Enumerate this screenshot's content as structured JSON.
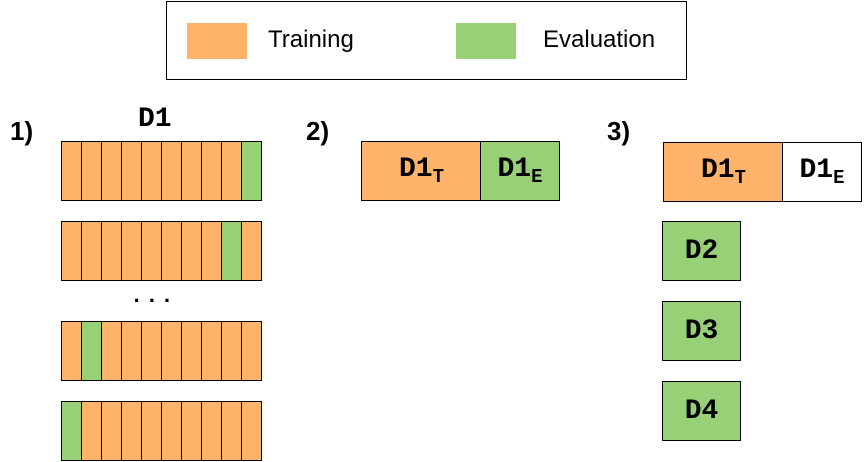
{
  "colors": {
    "training": "#FDB46A",
    "evaluation": "#97D077",
    "empty": "#FFFFFF"
  },
  "legend": {
    "training_label": "Training",
    "evaluation_label": "Evaluation"
  },
  "panel1": {
    "step_label": "1)",
    "dataset_label": "D1",
    "ellipsis": "...",
    "folds": [
      {
        "eval_index": 9
      },
      {
        "eval_index": 8
      },
      {
        "eval_index": 1
      },
      {
        "eval_index": 0
      }
    ]
  },
  "panel2": {
    "step_label": "2)",
    "train_base": "D1",
    "train_sub": "T",
    "eval_base": "D1",
    "eval_sub": "E"
  },
  "panel3": {
    "step_label": "3)",
    "train_base": "D1",
    "train_sub": "T",
    "eval_base": "D1",
    "eval_sub": "E",
    "extra_datasets": [
      "D2",
      "D3",
      "D4"
    ]
  }
}
